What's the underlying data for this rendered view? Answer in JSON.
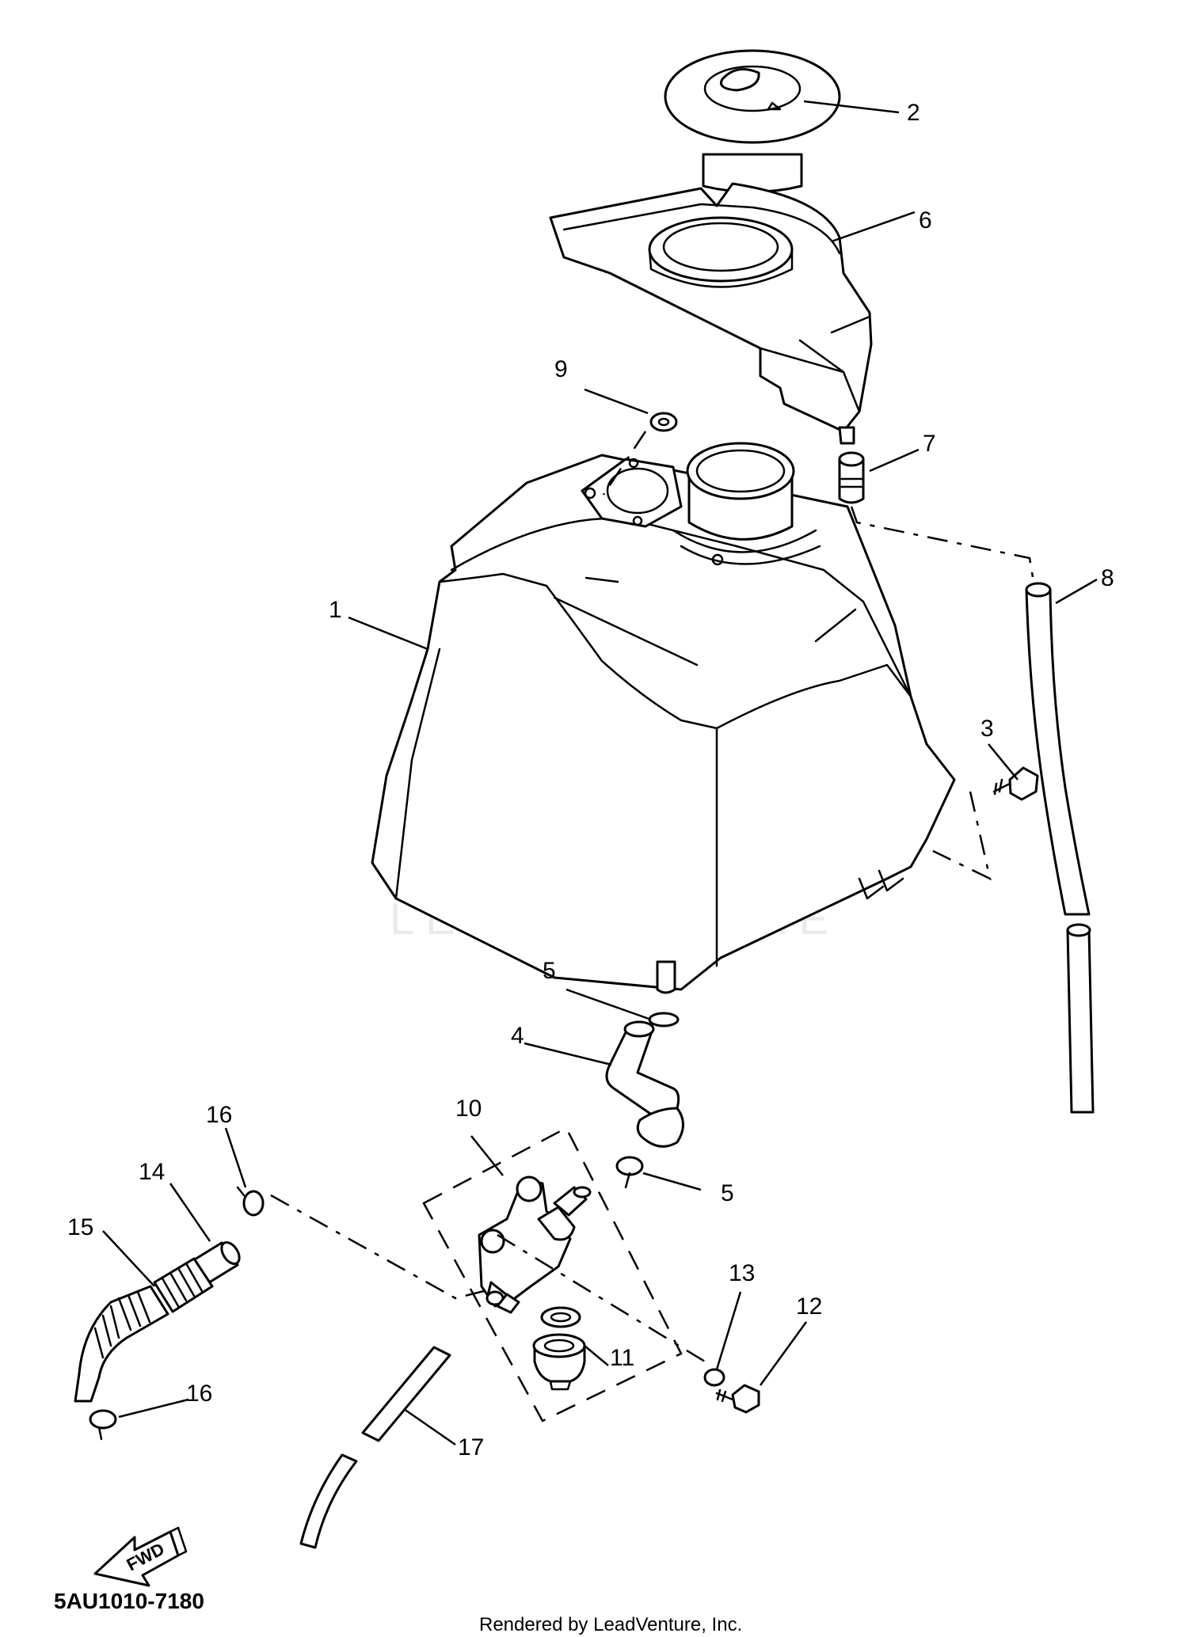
{
  "diagram": {
    "callouts": [
      "1",
      "2",
      "3",
      "4",
      "5",
      "5",
      "6",
      "7",
      "8",
      "9",
      "10",
      "11",
      "12",
      "13",
      "14",
      "15",
      "16",
      "16",
      "17"
    ],
    "fwd_label": "FWD",
    "diagram_code": "5AU1010-7180",
    "footer": "Rendered by LeadVenture, Inc.",
    "watermark": "LEADVENTURE"
  }
}
